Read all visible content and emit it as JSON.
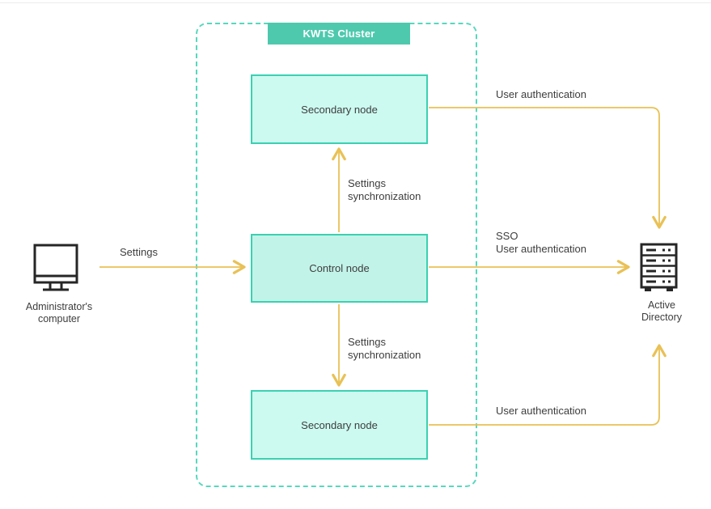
{
  "cluster": {
    "label": "KWTS Cluster"
  },
  "nodes": {
    "secondary_top": {
      "label": "Secondary node"
    },
    "control": {
      "label": "Control node"
    },
    "secondary_bottom": {
      "label": "Secondary node"
    }
  },
  "actors": {
    "admin": {
      "line1": "Administrator's",
      "line2": "computer",
      "icon": "monitor-icon"
    },
    "active_directory": {
      "line1": "Active",
      "line2": "Directory",
      "icon": "server-icon"
    }
  },
  "edges": {
    "settings": {
      "label": "Settings"
    },
    "sync_top": {
      "line1": "Settings",
      "line2": "synchronization"
    },
    "sync_bottom": {
      "line1": "Settings",
      "line2": "synchronization"
    },
    "sso": {
      "line1": "SSO",
      "line2": "User authentication"
    },
    "auth_top": {
      "label": "User authentication"
    },
    "auth_bottom": {
      "label": "User authentication"
    }
  },
  "colors": {
    "teal": "#3ad1b2",
    "teal_light": "#57d8bd",
    "node_fill": "#ccfaf0",
    "control_fill": "#c2f3e8",
    "cluster_label_bg": "#4ec9ad",
    "arrow": "#e9c155",
    "text": "#3d3d3d"
  }
}
